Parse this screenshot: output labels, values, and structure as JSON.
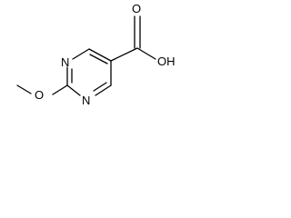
{
  "molecule": {
    "atoms": {
      "n_top": "N",
      "n_bottom": "N",
      "o_methoxy": "O",
      "o_hydroxyl": "OH",
      "o_carbonyl": "O"
    },
    "colors": {
      "bond": "#000000",
      "label": "#000000",
      "background": "#ffffff"
    }
  }
}
